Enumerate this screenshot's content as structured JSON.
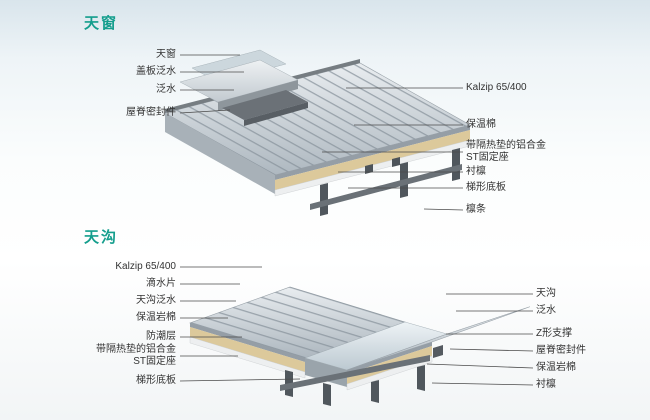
{
  "sections": [
    {
      "title": "天窗",
      "labels_left": [
        "天窗",
        "盖板泛水",
        "泛水",
        "屋脊密封件"
      ],
      "labels_right": [
        "Kalzip 65/400",
        "保温棉",
        "带隔热垫的铝合金\nST固定座",
        "衬檩",
        "梯形底板",
        "檩条"
      ]
    },
    {
      "title": "天沟",
      "labels_left": [
        "Kalzip 65/400",
        "滴水片",
        "天沟泛水",
        "保温岩棉",
        "防潮层",
        "带隔热垫的铝合金\nST固定座",
        "梯形底板"
      ],
      "labels_right": [
        "天沟",
        "泛水",
        "Z形支撑",
        "屋脊密封件",
        "保温岩棉",
        "衬檩"
      ]
    }
  ],
  "colors": {
    "title": "#149e8d",
    "label_text": "#333333",
    "leader_line": "#4b4b4b",
    "panel_metal": "#aeb8c0",
    "insulation": "#dcc99b",
    "gutter_metal": "#c5d1d8"
  }
}
